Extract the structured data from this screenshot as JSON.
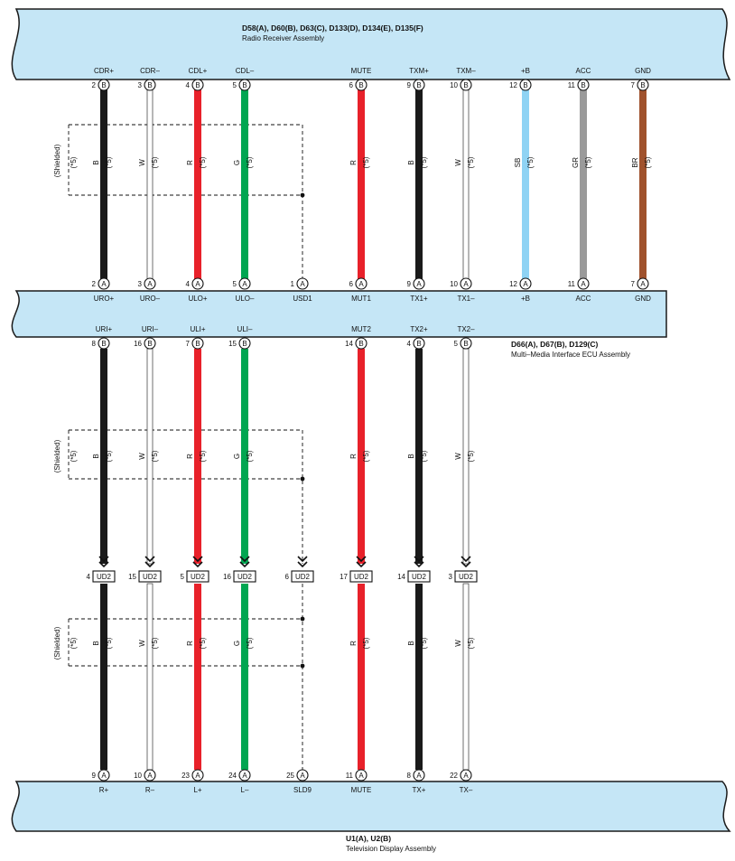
{
  "colors": {
    "panel_fill": "#c5e6f6",
    "panel_stroke": "#1a1a1a",
    "B": "#1a1a1a",
    "W": "#ffffff",
    "R": "#e8212a",
    "G": "#00a651",
    "SB": "#8fd3f4",
    "GR": "#9a9a9a",
    "BR": "#a0522d"
  },
  "components": {
    "radio": {
      "codes": "D58(A), D60(B), D63(C), D133(D), D134(E), D135(F)",
      "name": "Radio Receiver Assembly"
    },
    "ecu": {
      "codes": "D66(A), D67(B), D129(C)",
      "name": "Multi–Media Interface ECU Assembly"
    },
    "tv": {
      "codes": "U1(A), U2(B)",
      "name": "Television Display Assembly"
    }
  },
  "shielded_label": "(Shielded)",
  "note_mark": "(*5)",
  "junction_code": "UD2",
  "upper_wires": [
    {
      "top_label": "CDR+",
      "top_pin": "2",
      "top_conn": "B",
      "color": "B",
      "bot_pin": "2",
      "bot_conn": "A",
      "bot_label": "URO+"
    },
    {
      "top_label": "CDR–",
      "top_pin": "3",
      "top_conn": "B",
      "color": "W",
      "bot_pin": "3",
      "bot_conn": "A",
      "bot_label": "URO–"
    },
    {
      "top_label": "CDL+",
      "top_pin": "4",
      "top_conn": "B",
      "color": "R",
      "bot_pin": "4",
      "bot_conn": "A",
      "bot_label": "ULO+"
    },
    {
      "top_label": "CDL–",
      "top_pin": "5",
      "top_conn": "B",
      "color": "G",
      "bot_pin": "5",
      "bot_conn": "A",
      "bot_label": "ULO–"
    },
    {
      "top_label": "",
      "top_pin": "",
      "top_conn": "",
      "color": "",
      "bot_pin": "1",
      "bot_conn": "A",
      "bot_label": "USD1"
    },
    {
      "top_label": "MUTE",
      "top_pin": "6",
      "top_conn": "B",
      "color": "R",
      "bot_pin": "6",
      "bot_conn": "A",
      "bot_label": "MUT1"
    },
    {
      "top_label": "TXM+",
      "top_pin": "9",
      "top_conn": "B",
      "color": "B",
      "bot_pin": "9",
      "bot_conn": "A",
      "bot_label": "TX1+"
    },
    {
      "top_label": "TXM–",
      "top_pin": "10",
      "top_conn": "B",
      "color": "W",
      "bot_pin": "10",
      "bot_conn": "A",
      "bot_label": "TX1–"
    },
    {
      "top_label": "+B",
      "top_pin": "12",
      "top_conn": "B",
      "color": "SB",
      "bot_pin": "12",
      "bot_conn": "A",
      "bot_label": "+B"
    },
    {
      "top_label": "ACC",
      "top_pin": "11",
      "top_conn": "B",
      "color": "GR",
      "bot_pin": "11",
      "bot_conn": "A",
      "bot_label": "ACC"
    },
    {
      "top_label": "GND",
      "top_pin": "7",
      "top_conn": "B",
      "color": "BR",
      "bot_pin": "7",
      "bot_conn": "A",
      "bot_label": "GND"
    }
  ],
  "lower_wires": [
    {
      "top_label": "URI+",
      "top_pin": "8",
      "top_conn": "B",
      "color": "B",
      "jpin": "4",
      "bot_pin": "9",
      "bot_conn": "A",
      "bot_label": "R+"
    },
    {
      "top_label": "URI–",
      "top_pin": "16",
      "top_conn": "B",
      "color": "W",
      "jpin": "15",
      "bot_pin": "10",
      "bot_conn": "A",
      "bot_label": "R–"
    },
    {
      "top_label": "ULI+",
      "top_pin": "7",
      "top_conn": "B",
      "color": "R",
      "jpin": "5",
      "bot_pin": "23",
      "bot_conn": "A",
      "bot_label": "L+"
    },
    {
      "top_label": "ULI–",
      "top_pin": "15",
      "top_conn": "B",
      "color": "G",
      "jpin": "16",
      "bot_pin": "24",
      "bot_conn": "A",
      "bot_label": "L–"
    },
    {
      "top_label": "",
      "top_pin": "",
      "top_conn": "",
      "color": "",
      "jpin": "6",
      "bot_pin": "25",
      "bot_conn": "A",
      "bot_label": "SLD9"
    },
    {
      "top_label": "MUT2",
      "top_pin": "14",
      "top_conn": "B",
      "color": "R",
      "jpin": "17",
      "bot_pin": "11",
      "bot_conn": "A",
      "bot_label": "MUTE"
    },
    {
      "top_label": "TX2+",
      "top_pin": "4",
      "top_conn": "B",
      "color": "B",
      "jpin": "14",
      "bot_pin": "8",
      "bot_conn": "A",
      "bot_label": "TX+"
    },
    {
      "top_label": "TX2–",
      "top_pin": "5",
      "top_conn": "B",
      "color": "W",
      "jpin": "3",
      "bot_pin": "22",
      "bot_conn": "A",
      "bot_label": "TX–"
    }
  ]
}
